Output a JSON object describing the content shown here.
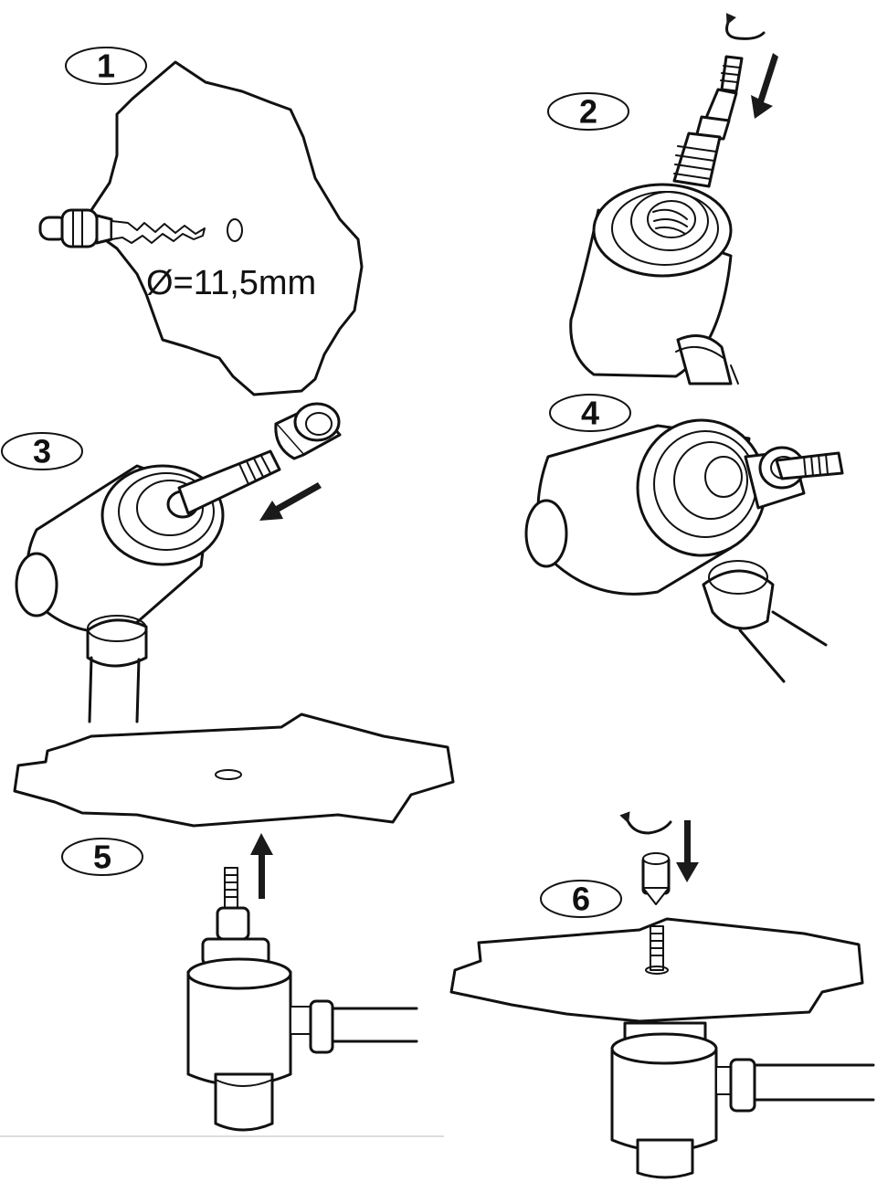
{
  "steps": [
    {
      "number": "1"
    },
    {
      "number": "2"
    },
    {
      "number": "3"
    },
    {
      "number": "4"
    },
    {
      "number": "5"
    },
    {
      "number": "6"
    }
  ],
  "drill_hole_label": "Ø=11,5mm",
  "colors": {
    "line": "#111111",
    "background": "#ffffff",
    "arrow": "#1a1a1a"
  }
}
